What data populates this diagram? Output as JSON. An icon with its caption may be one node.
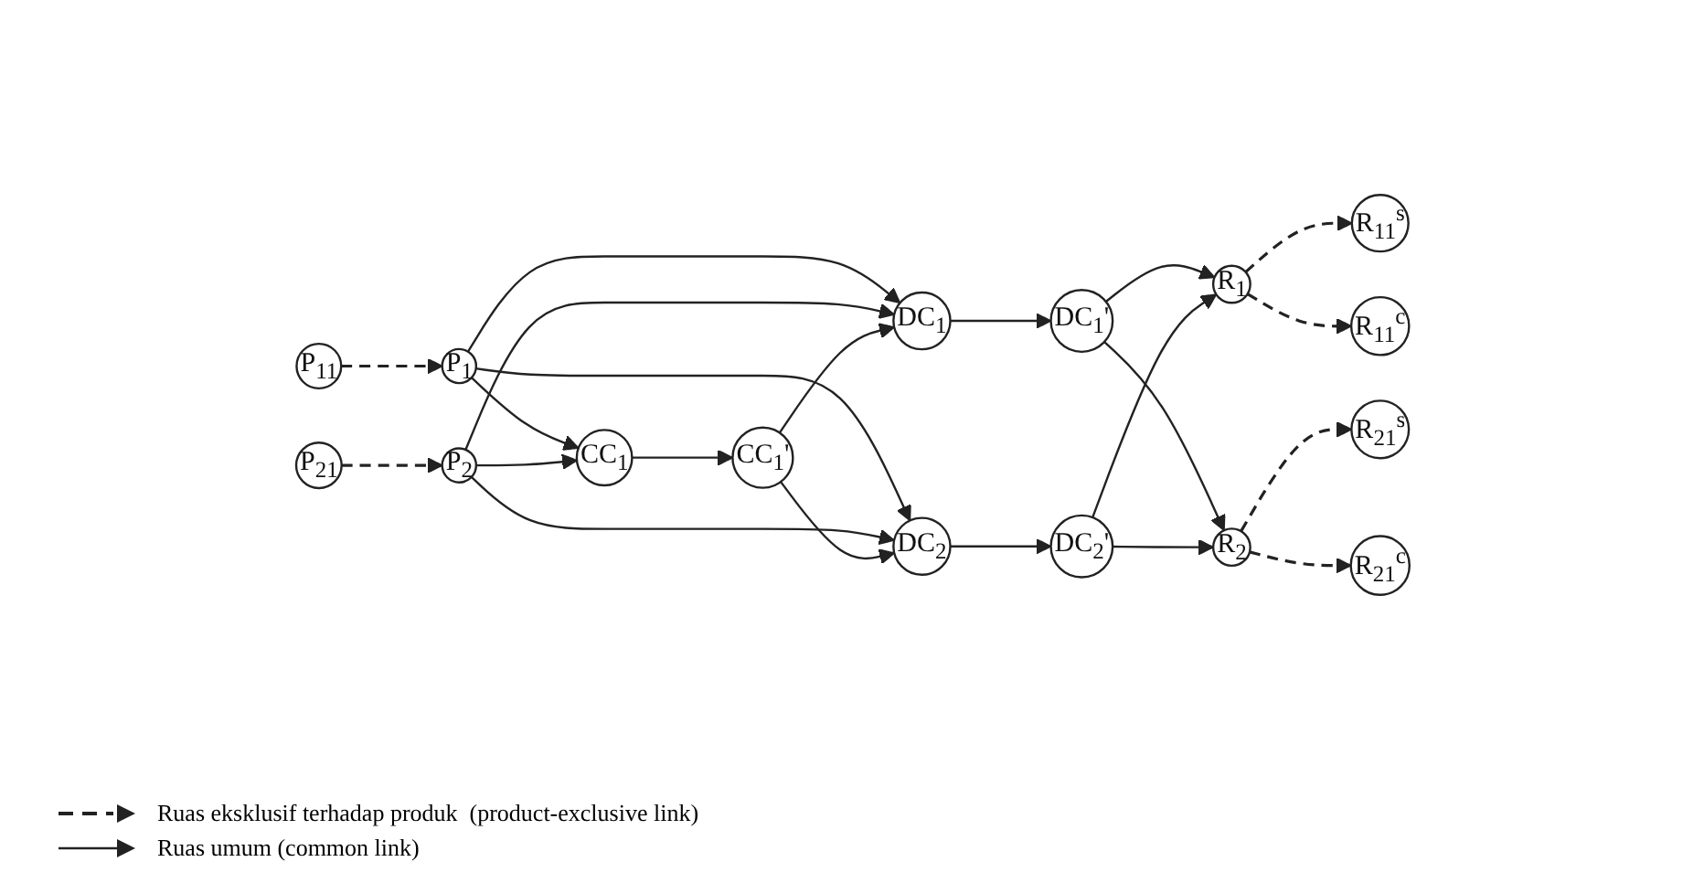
{
  "diagram": {
    "nodes": [
      {
        "text": [
          "P$_{11}$"
        ]
      },
      {
        "text": [
          "P$_{1}$"
        ]
      },
      {
        "text": [
          "P$_{21}$"
        ]
      },
      {
        "text": [
          "P$_{2}$"
        ]
      },
      {
        "text": [
          "CC$_{1}$"
        ]
      },
      {
        "text": [
          "CC$_{1}$'"
        ]
      },
      {
        "text": [
          "DC$_{1}$"
        ]
      },
      {
        "text": [
          "DC$_{1}$'"
        ]
      },
      {
        "text": [
          "DC$_{2}$"
        ]
      },
      {
        "text": [
          "DC$_{2}$'"
        ]
      },
      {
        "text": [
          "R$_{1}$"
        ]
      },
      {
        "text": [
          "R$_{2}$"
        ]
      },
      {
        "text": [
          "R$_{11}$$^{s}$"
        ]
      },
      {
        "text": [
          "R$_{11}$$^{c}$"
        ]
      },
      {
        "text": [
          "R$_{21}$$^{s}$"
        ]
      },
      {
        "text": [
          "R$_{21}$$^{c}$"
        ]
      }
    ],
    "edges": [
      {
        "from": 0,
        "to": 1,
        "arrow": "to",
        "style": "dashed"
      },
      {
        "from": 1,
        "to": 6,
        "arrow": "to"
      },
      {
        "from": 1,
        "to": 4,
        "arrow": "to"
      },
      {
        "from": 1,
        "to": 8,
        "arrow": "to"
      },
      {
        "from": 3,
        "to": 6,
        "arrow": "to"
      },
      {
        "from": 3,
        "to": 4,
        "arrow": "to"
      },
      {
        "from": 3,
        "to": 8,
        "arrow": "to"
      },
      {
        "from": 2,
        "to": 3,
        "arrow": "to",
        "style": "dashed"
      },
      {
        "from": 4,
        "to": 5,
        "arrow": "to"
      },
      {
        "from": 5,
        "to": 6,
        "arrow": "to"
      },
      {
        "from": 5,
        "to": 8,
        "arrow": "to"
      },
      {
        "from": 6,
        "to": 7,
        "arrow": "to"
      },
      {
        "from": 7,
        "to": 10,
        "arrow": "to"
      },
      {
        "from": 7,
        "to": 11,
        "arrow": "to"
      },
      {
        "from": 8,
        "to": 9,
        "arrow": "to"
      },
      {
        "from": 9,
        "to": 10,
        "arrow": "to"
      },
      {
        "from": 9,
        "to": 11,
        "arrow": "to"
      },
      {
        "from": 10,
        "to": 12,
        "arrow": "to",
        "style": "dashed"
      },
      {
        "from": 10,
        "to": 13,
        "arrow": "to",
        "style": "dashed"
      },
      {
        "from": 11,
        "to": 14,
        "arrow": "to",
        "style": "dashed"
      },
      {
        "from": 11,
        "to": 15,
        "arrow": "to",
        "style": "dashed"
      }
    ],
    "legend": [
      {
        "text": "Ruas eksklusif terhadap produk  (product-exclusive link)"
      },
      {
        "text": "Ruas umum (common link)"
      }
    ]
  }
}
